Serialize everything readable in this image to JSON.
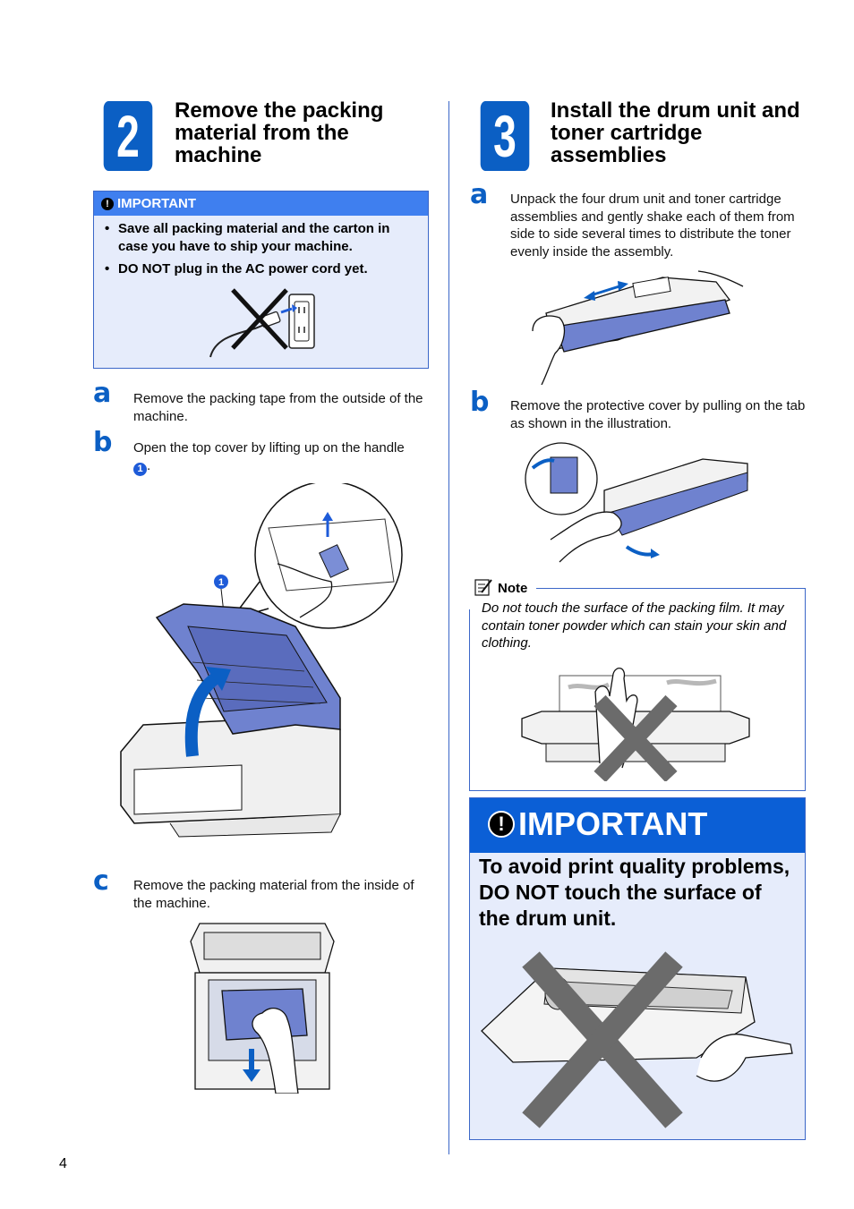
{
  "colors": {
    "accent": "#0b5fc4",
    "important_header": "#3f7fef",
    "important_bg": "#e6ecfb",
    "divider": "#3b67c8"
  },
  "step2": {
    "number": "2",
    "title_lines": [
      "Remove the packing",
      "material from the",
      "machine"
    ],
    "important": {
      "label": "IMPORTANT",
      "bullets": [
        "Save all packing material and the carton in case you have to ship your machine.",
        "DO NOT plug in the AC power cord yet."
      ]
    },
    "a": {
      "letter": "a",
      "text": "Remove the packing tape from the outside of the machine."
    },
    "b": {
      "letter": "b",
      "text": "Open the top cover by lifting up on the handle",
      "callout": "1",
      "end": "."
    },
    "c": {
      "letter": "c",
      "text": "Remove the packing material from the inside of the machine."
    },
    "illustration_callout": "1"
  },
  "step3": {
    "number": "3",
    "title_lines": [
      "Install the drum unit and",
      "toner cartridge",
      "assemblies"
    ],
    "a": {
      "letter": "a",
      "text": "Unpack the four drum unit and toner cartridge assemblies and gently shake each of them from side to side several times to distribute the toner evenly inside the assembly."
    },
    "b": {
      "letter": "b",
      "text": "Remove the protective cover by pulling on the tab as shown in the illustration."
    },
    "note": {
      "label": "Note",
      "text": "Do not touch the surface of the packing film. It may contain toner powder which can stain your skin and clothing."
    },
    "important": {
      "label": "IMPORTANT",
      "text": "To avoid print quality problems, DO NOT touch the surface of the drum unit."
    }
  },
  "page_number": "4"
}
